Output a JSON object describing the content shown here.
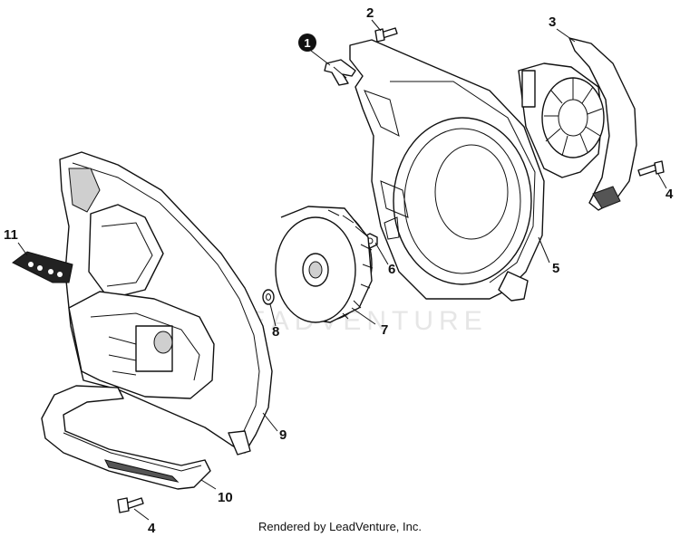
{
  "watermark": "LEADVENTURE",
  "footer": "Rendered by LeadVenture, Inc.",
  "callouts": {
    "c1": "1",
    "c2": "2",
    "c3": "3",
    "c4a": "4",
    "c4b": "4",
    "c5": "5",
    "c6": "6",
    "c7": "7",
    "c8": "8",
    "c9": "9",
    "c10": "10",
    "c11": "11"
  },
  "colors": {
    "ink": "#111111",
    "watermark": "#e6e6e6",
    "background": "#ffffff"
  }
}
